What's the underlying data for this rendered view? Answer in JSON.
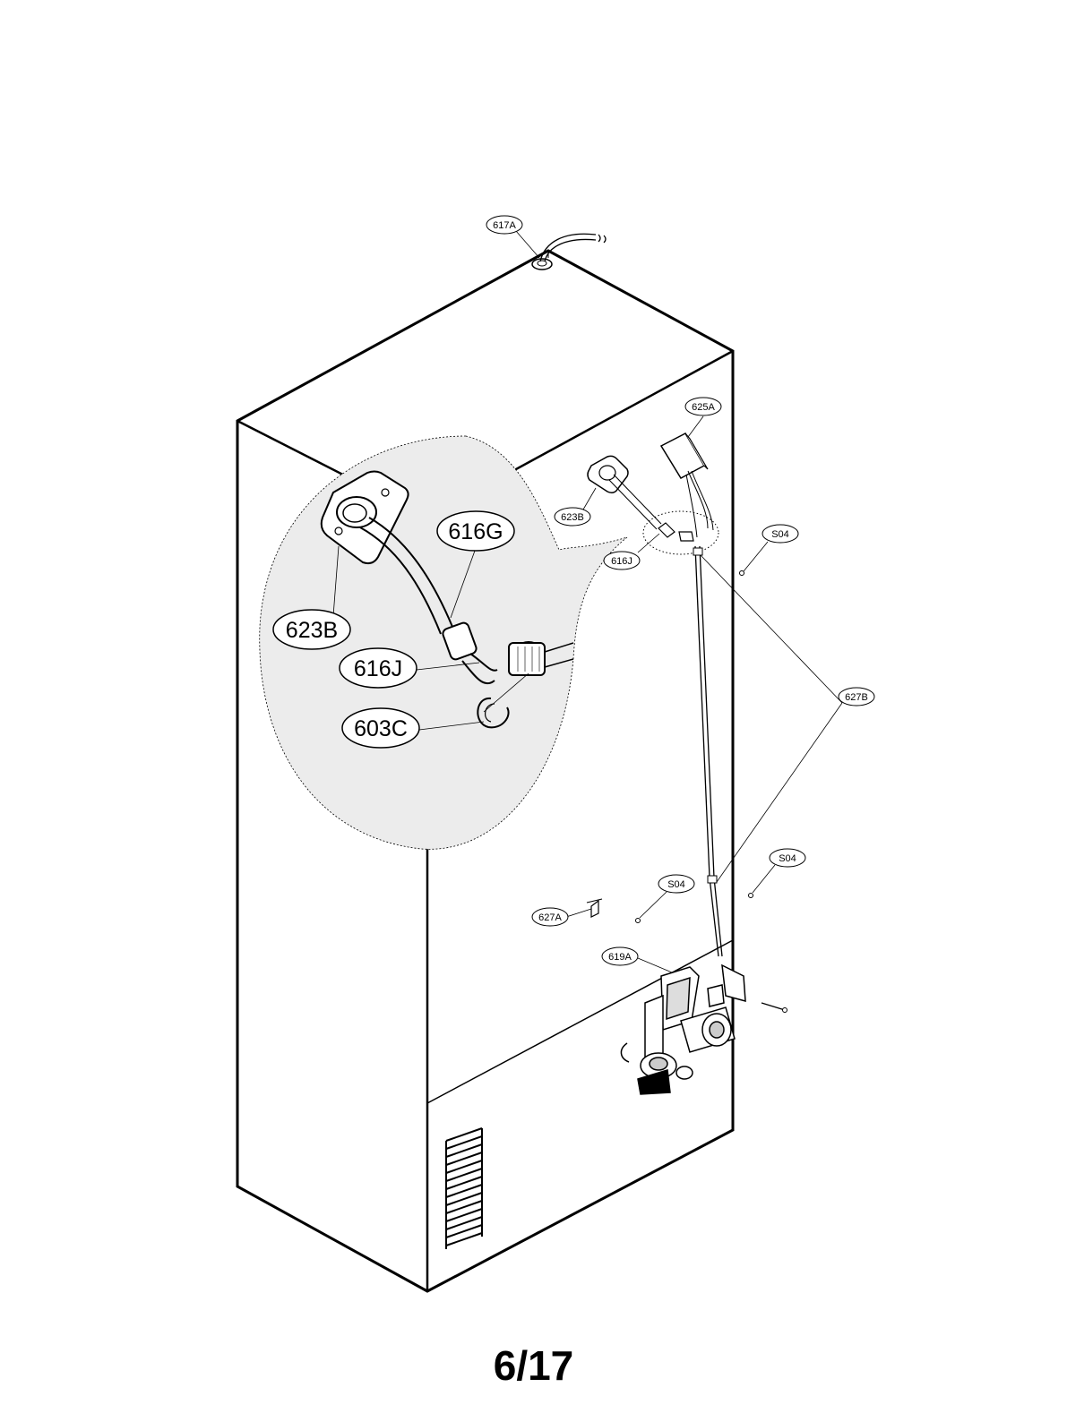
{
  "callouts": {
    "c617A": "617A",
    "c625A": "625A",
    "c623B_small": "623B",
    "c616J_small": "616J",
    "c616G": "616G",
    "c623B_large": "623B",
    "c616J_large": "616J",
    "c603C": "603C",
    "cS04_top": "S04",
    "c627B": "627B",
    "cS04_mid": "S04",
    "cS04_low": "S04",
    "c627A": "627A",
    "c619A": "619A"
  },
  "page": {
    "number": "6/17"
  },
  "colors": {
    "line": "#000000",
    "background": "#ffffff"
  }
}
